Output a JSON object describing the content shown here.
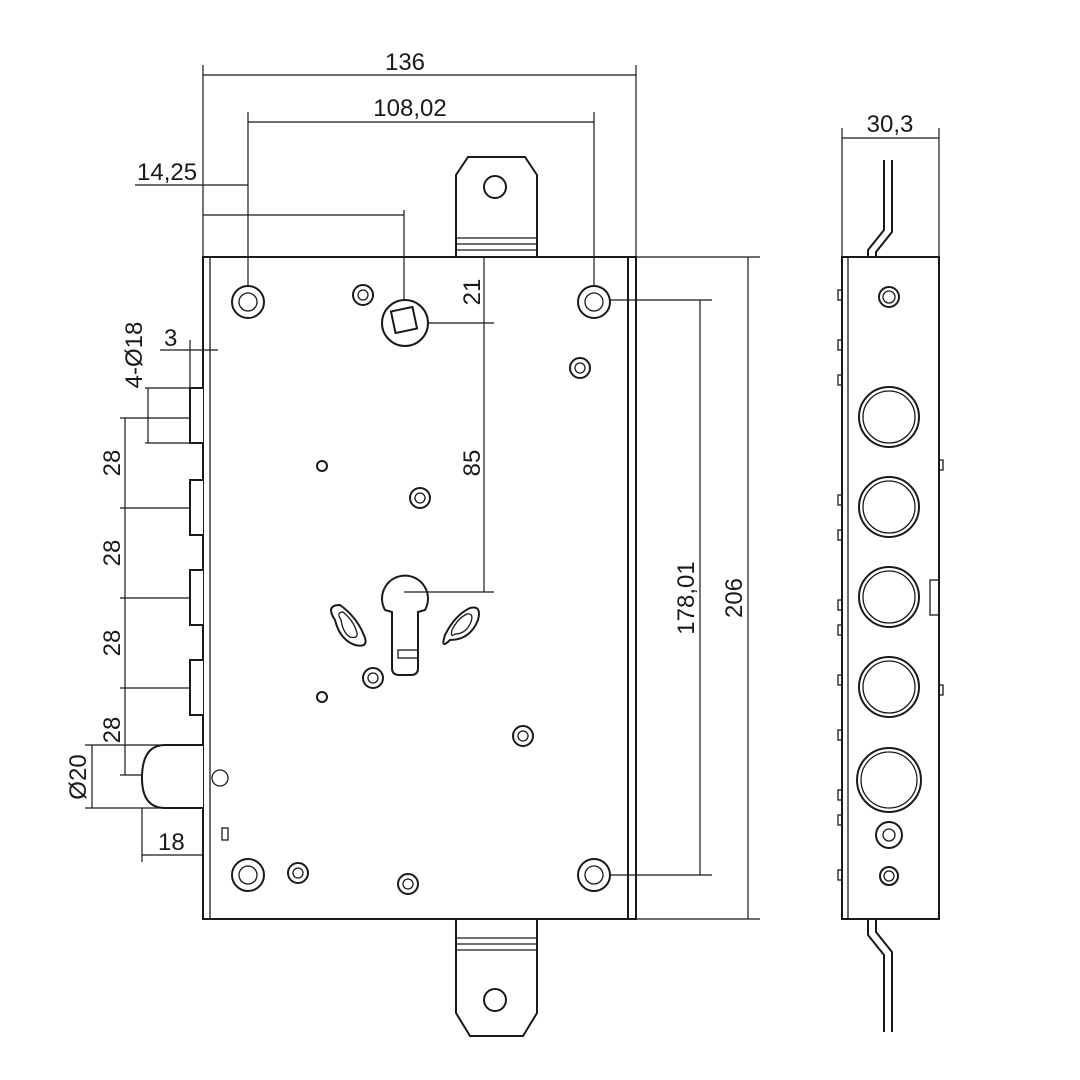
{
  "dimensions": {
    "overall_width": "136",
    "hole_spacing_width": "108,02",
    "left_offset": "14,25",
    "spindle_offset": "21",
    "bolt_protrusion": "3",
    "bolt_diameter": "4-Ø18",
    "bolt_pitch_1": "28",
    "bolt_pitch_2": "28",
    "bolt_pitch_3": "28",
    "bolt_pitch_4": "28",
    "spindle_to_cylinder": "85",
    "hole_spacing_height": "178,01",
    "overall_height": "206",
    "latch_diameter": "Ø20",
    "latch_protrusion": "18",
    "side_thickness": "30,3"
  }
}
